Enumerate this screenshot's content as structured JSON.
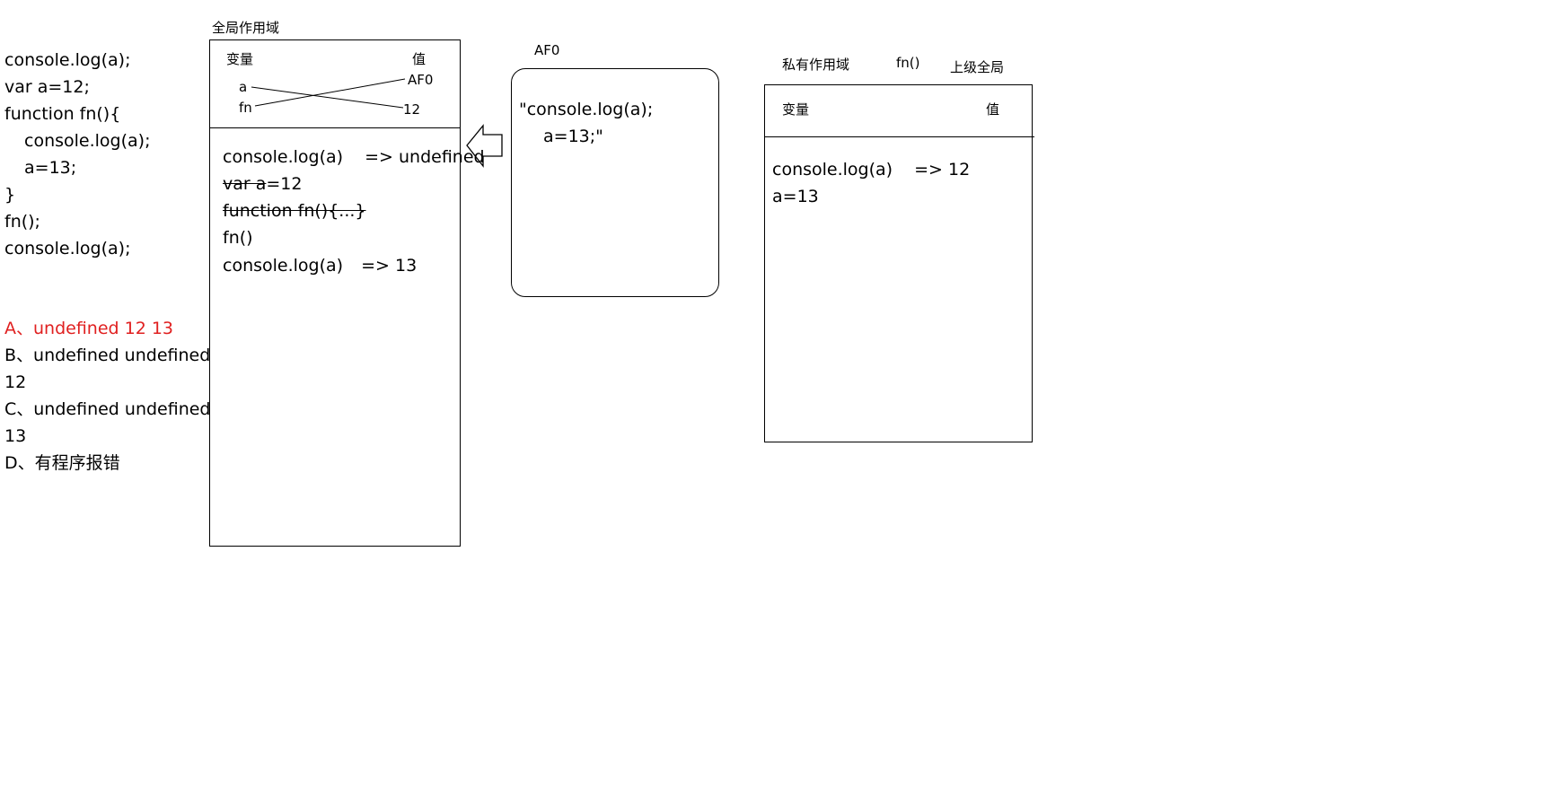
{
  "code": {
    "lines": [
      "console.log(a);",
      "var a=12;",
      "function fn(){",
      "console.log(a);",
      "a=13;",
      "}",
      "fn();",
      "console.log(a);"
    ]
  },
  "options": [
    "A、undefined  12 13",
    "B、undefined undefined",
    "12",
    "C、undefined undefined",
    "13",
    "D、有程序报错"
  ],
  "colors": {
    "correct_option": "#e02020",
    "text": "#000000"
  },
  "global_scope": {
    "title": "全局作用域",
    "var_header": "变量",
    "val_header": "值",
    "vars": [
      "a",
      "fn"
    ],
    "vals": [
      "AF0",
      "12"
    ],
    "exec": {
      "line1_code": "console.log(a)",
      "line1_result": "=> undefined",
      "line2_strike": "var a",
      "line2_rest": "=12",
      "line3_strike": "function fn(){...}",
      "line4": "fn()",
      "line5_code": "console.log(a)",
      "line5_result": "=> 13"
    }
  },
  "heap": {
    "label": "AF0",
    "line1": "\"console.log(a);",
    "line2": "a=13;\""
  },
  "private_scope": {
    "title": "私有作用域",
    "fn_label": "fn()",
    "parent_label": "上级全局",
    "var_header": "变量",
    "val_header": "值",
    "line1_code": "console.log(a)",
    "line1_result": "=> 12",
    "line2": "a=13"
  }
}
